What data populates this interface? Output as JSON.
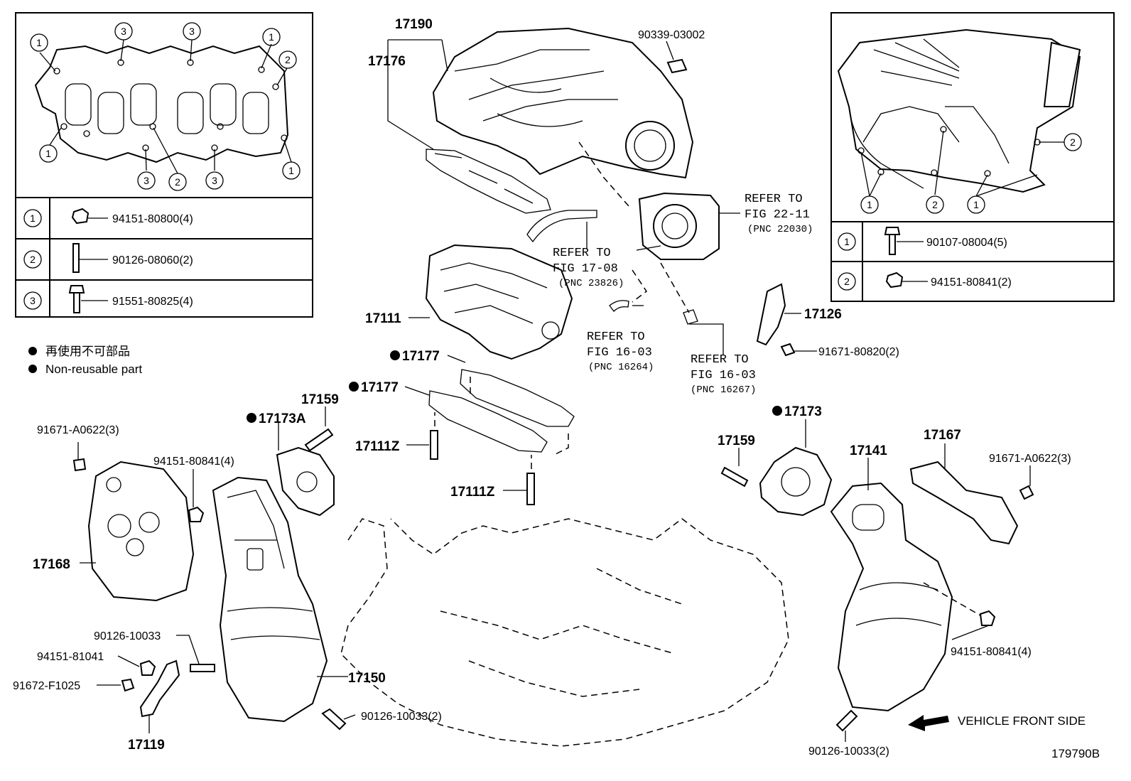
{
  "inset_left": {
    "table": [
      {
        "num": "1",
        "code": "94151-80800(4)"
      },
      {
        "num": "2",
        "code": "90126-08060(2)"
      },
      {
        "num": "3",
        "code": "91551-80825(4)"
      }
    ]
  },
  "inset_right": {
    "table": [
      {
        "num": "1",
        "code": "90107-08004(5)"
      },
      {
        "num": "2",
        "code": "94151-80841(2)"
      }
    ]
  },
  "legend": {
    "jp": "再使用不可部品",
    "en": "Non-reusable part"
  },
  "labels": {
    "p17190": "17190",
    "p17176": "17176",
    "p90339": "90339-03002",
    "p17111": "17111",
    "p17177a": "17177",
    "p17177b": "17177",
    "p17159a": "17159",
    "p17173a": "17173A",
    "p17111z_a": "17111Z",
    "p17111z_b": "17111Z",
    "p17168": "17168",
    "p91671a": "91671-A0622(3)",
    "p94151_4a": "94151-80841(4)",
    "p90126_10033": "90126-10033",
    "p94151_81041": "94151-81041",
    "p91672": "91672-F1025",
    "p17119": "17119",
    "p17150": "17150",
    "p90126_2a": "90126-10033(2)",
    "p17126": "17126",
    "p91671_80820": "91671-80820(2)",
    "p17173": "17173",
    "p17159b": "17159",
    "p17141": "17141",
    "p17167": "17167",
    "p91671b": "91671-A0622(3)",
    "p94151_4b": "94151-80841(4)",
    "p90126_2b": "90126-10033(2)"
  },
  "refs": {
    "r1": {
      "line1": "REFER TO",
      "line2": "FIG 17-08",
      "pnc": "(PNC 23826)"
    },
    "r2": {
      "line1": "REFER TO",
      "line2": "FIG 22-11",
      "pnc": "(PNC 22030)"
    },
    "r3": {
      "line1": "REFER TO",
      "line2": "FIG 16-03",
      "pnc": "(PNC 16264)"
    },
    "r4": {
      "line1": "REFER TO",
      "line2": "FIG 16-03",
      "pnc": "(PNC 16267)"
    }
  },
  "vehicle_front": "VEHICLE FRONT SIDE",
  "figure_id": "179790B"
}
